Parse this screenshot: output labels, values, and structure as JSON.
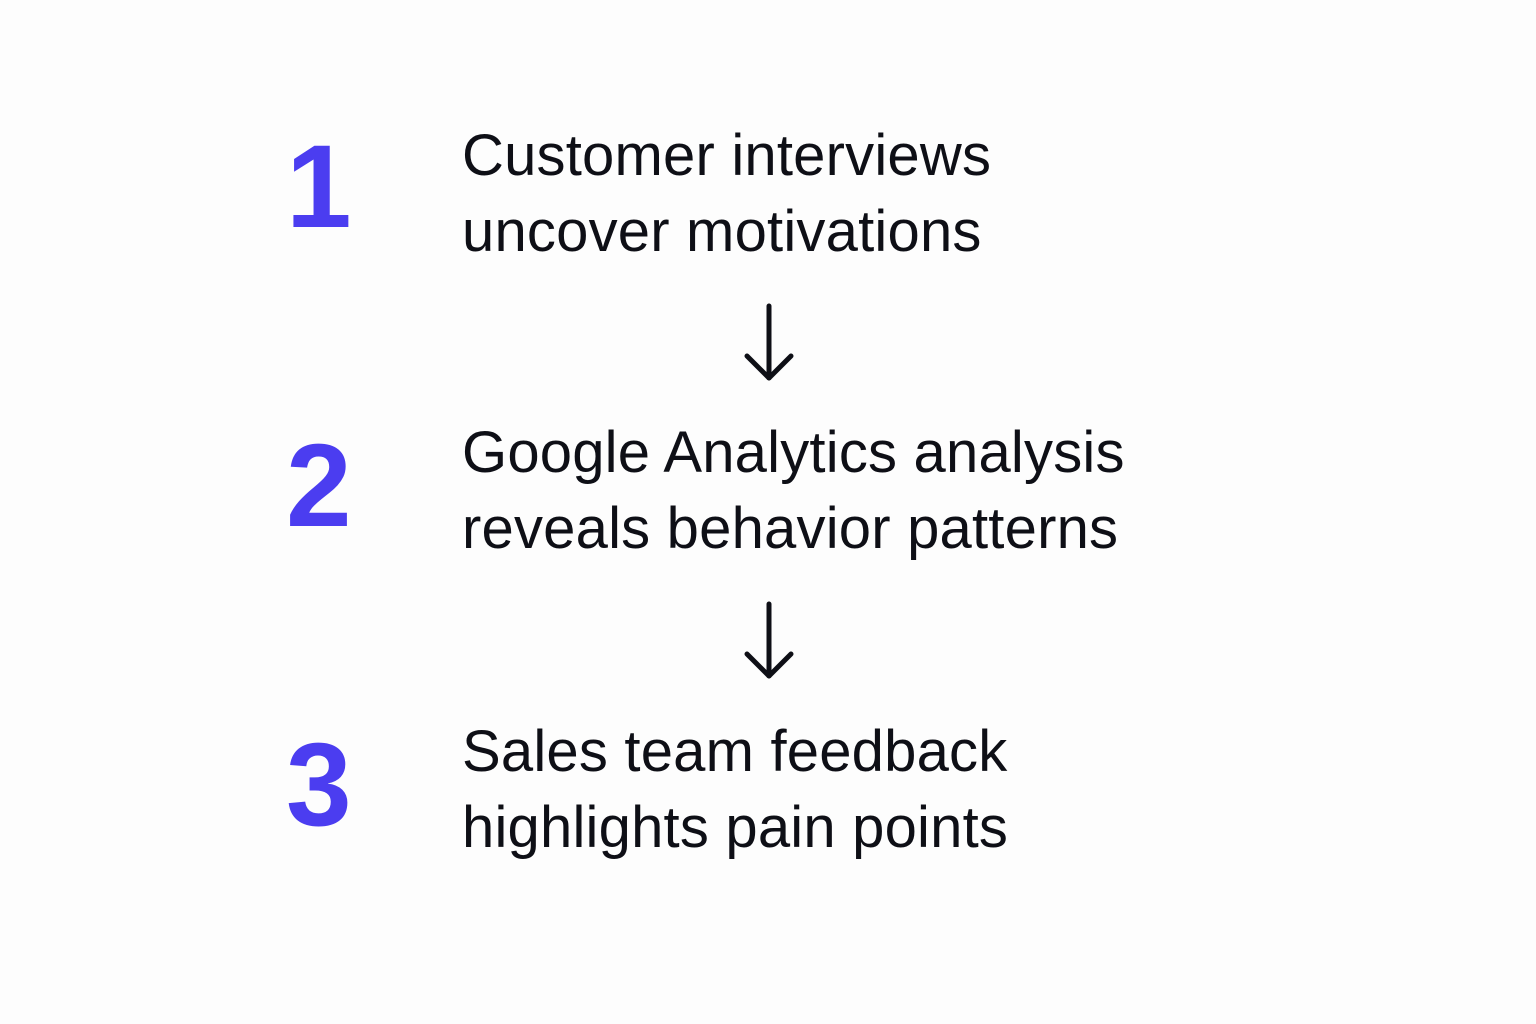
{
  "steps": [
    {
      "number": "1",
      "line1": "Customer interviews",
      "line2": "uncover motivations"
    },
    {
      "number": "2",
      "line1": "Google Analytics analysis",
      "line2": "reveals behavior patterns"
    },
    {
      "number": "3",
      "line1": "Sales team feedback",
      "line2": "highlights pain points"
    }
  ],
  "colors": {
    "number": "#4b3df0",
    "text": "#0e0f16",
    "arrow": "#0e0f16"
  },
  "connector_icon": "arrow-down-icon"
}
